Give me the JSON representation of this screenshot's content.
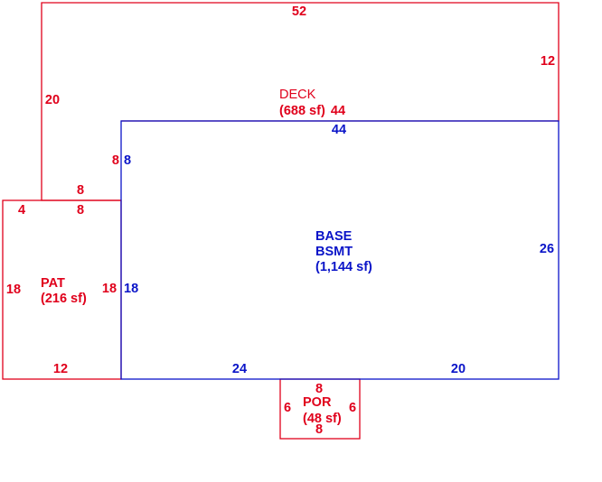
{
  "colors": {
    "red": "#e0001b",
    "blue": "#0a14c8"
  },
  "deck": {
    "name": "DECK",
    "area": "(688 sf)",
    "dims": [
      "52",
      "12",
      "20",
      "8",
      "8",
      "44"
    ]
  },
  "base": {
    "name1": "BASE",
    "name2": "BSMT",
    "area": "(1,144 sf)",
    "dims": [
      "44",
      "26",
      "20",
      "24",
      "18",
      "8"
    ]
  },
  "pat": {
    "name": "PAT",
    "area": "(216 sf)",
    "dims": [
      "18",
      "18",
      "12",
      "4",
      "8"
    ]
  },
  "por": {
    "name": "POR",
    "area": "(48 sf)",
    "dims": [
      "8",
      "8",
      "6",
      "6"
    ]
  }
}
